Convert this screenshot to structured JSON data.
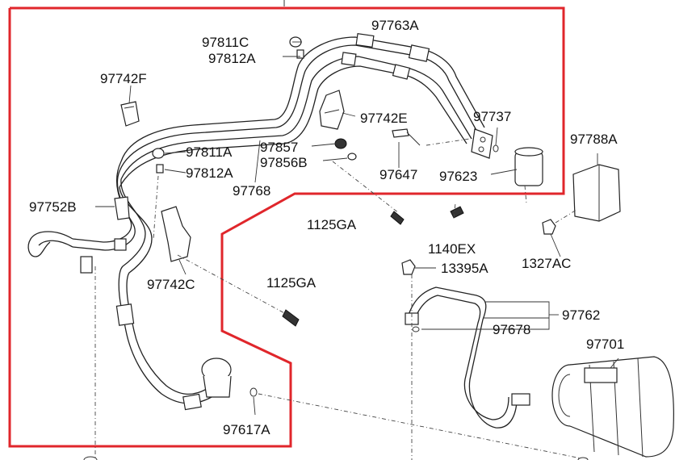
{
  "colors": {
    "highlight": "#e0262b",
    "line": "#222222"
  },
  "labels": {
    "p97763A": "97763A",
    "p97811C": "97811C",
    "p97812A_top": "97812A",
    "p97742F": "97742F",
    "p97742E": "97742E",
    "p97737": "97737",
    "p97788A": "97788A",
    "p97811A": "97811A",
    "p97857": "97857",
    "p97812A_mid": "97812A",
    "p97856B": "97856B",
    "p97647": "97647",
    "p97623": "97623",
    "p97768": "97768",
    "p97752B": "97752B",
    "p1125GA_top": "1125GA",
    "p1140EX": "1140EX",
    "p1327AC": "1327AC",
    "p13395A": "13395A",
    "p97742C": "97742C",
    "p1125GA_mid": "1125GA",
    "p97762": "97762",
    "p97678": "97678",
    "p97701": "97701",
    "p97617A": "97617A"
  }
}
